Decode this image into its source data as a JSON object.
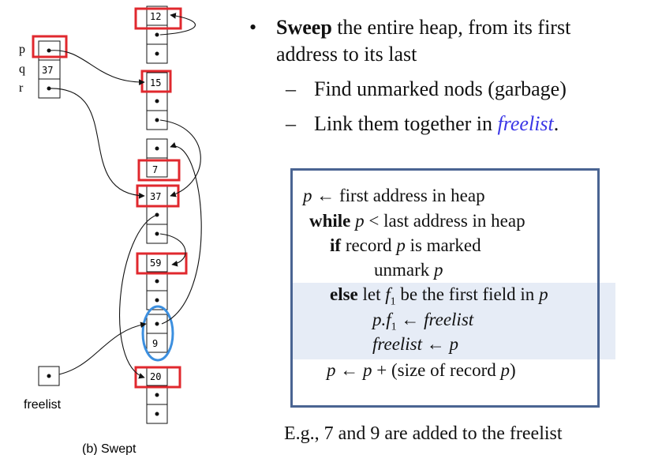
{
  "diagram": {
    "variables": [
      {
        "name": "p",
        "value": ""
      },
      {
        "name": "q",
        "value": "37"
      },
      {
        "name": "r",
        "value": ""
      }
    ],
    "heap_labels": [
      "12",
      "15",
      "7",
      "37",
      "59",
      "9",
      "20"
    ],
    "freelist_label": "freelist",
    "caption": "(b) Swept"
  },
  "bullets": {
    "main_bold": "Sweep",
    "main_rest": "the entire heap, from its first address to its last",
    "sub1": "Find unmarked nods (garbage)",
    "sub2_prefix": "Link them together in",
    "sub2_link": "freelist",
    "sub2_suffix": "."
  },
  "algorithm": {
    "line1_p": "p",
    "line1_rest": "← first address in heap",
    "line2_kw": "while",
    "line2_p": "p",
    "line2_rest": "< last address in heap",
    "line3_kw": "if",
    "line3_a": "record",
    "line3_p": "p",
    "line3_b": "is marked",
    "line4_a": "unmark",
    "line4_p": "p",
    "line5_kw": "else",
    "line5_a": "let",
    "line5_f": "f",
    "line5_sub": "1",
    "line5_b": "be the first field in",
    "line5_p": "p",
    "line6_pf": "p.f",
    "line6_sub": "1",
    "line6_rest": "← freelist",
    "line7_fl": "freelist",
    "line7_arrow": "←",
    "line7_p": "p",
    "line8_p1": "p",
    "line8_mid": "← ",
    "line8_p2": "p",
    "line8_rest": "+ (size of record",
    "line8_p3": "p",
    "line8_end": ")"
  },
  "example_text": "E.g., 7 and 9 are added to the freelist",
  "colors": {
    "red_box": "#e0282e",
    "blue_ellipse": "#3c8fdf",
    "algo_border": "#4a6492",
    "algo_highlight": "#e6ecf6",
    "freelist_word": "#3b37e6"
  }
}
